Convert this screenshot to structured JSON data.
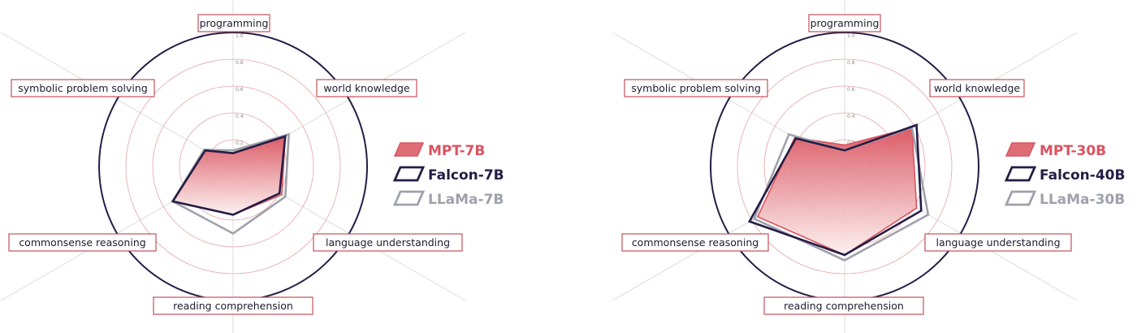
{
  "colors": {
    "mpt_fill_top": "#d9535f",
    "mpt_fill_bottom": "#fbe3e2",
    "mpt_stroke": "#d9535f",
    "falcon": "#241d45",
    "llama": "#9fa1ab",
    "ring_outer": "#241d45",
    "ring_inner": "#e6a3a6",
    "axis_line": "#dcdcdc",
    "label_border": "#c0505a"
  },
  "chart_data": [
    {
      "type": "radar",
      "axes": [
        "programming",
        "world knowledge",
        "language understanding",
        "reading comprehension",
        "commonsense reasoning",
        "symbolic problem solving"
      ],
      "ticks": [
        "0.2",
        "0.4",
        "0.6",
        "0.8",
        "1.0"
      ],
      "rlim": [
        0,
        1
      ],
      "series": [
        {
          "name": "MPT-7B",
          "values": [
            0.1,
            0.45,
            0.42,
            0.36,
            0.52,
            0.24
          ]
        },
        {
          "name": "Falcon-7B",
          "values": [
            0.1,
            0.45,
            0.4,
            0.36,
            0.52,
            0.24
          ]
        },
        {
          "name": "LLaMa-7B",
          "values": [
            0.12,
            0.48,
            0.45,
            0.5,
            0.52,
            0.25
          ]
        }
      ],
      "legend_position": "right"
    },
    {
      "type": "radar",
      "axes": [
        "programming",
        "world knowledge",
        "language understanding",
        "reading comprehension",
        "commonsense reasoning",
        "symbolic problem solving"
      ],
      "ticks": [
        "0.2",
        "0.4",
        "0.6",
        "0.8",
        "1.0"
      ],
      "rlim": [
        0,
        1
      ],
      "series": [
        {
          "name": "MPT-30B",
          "values": [
            0.16,
            0.58,
            0.62,
            0.66,
            0.75,
            0.43
          ]
        },
        {
          "name": "Falcon-40B",
          "values": [
            0.12,
            0.62,
            0.66,
            0.66,
            0.82,
            0.42
          ]
        },
        {
          "name": "LLaMa-30B",
          "values": [
            0.12,
            0.58,
            0.72,
            0.7,
            0.78,
            0.48
          ]
        }
      ],
      "legend_position": "right"
    }
  ]
}
